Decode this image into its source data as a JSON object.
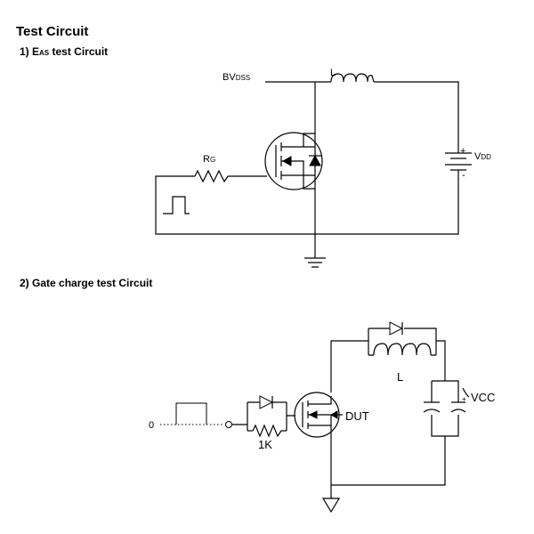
{
  "heading": {
    "title": "Test Circuit",
    "eas_prefix": "1) E",
    "eas_subscript": "AS",
    "eas_suffix": " test Circuit",
    "gate_charge": "2) Gate charge test Circuit"
  },
  "circuit1": {
    "bvdss_main": "BV",
    "bvdss_sub": "DSS",
    "inductor": "L",
    "gate_res_main": "R",
    "gate_res_sub": "G",
    "supply_plus": "+",
    "supply_main": "V",
    "supply_sub": "DD",
    "supply_minus": "-"
  },
  "circuit2": {
    "zero_label": "0",
    "resistor_value": "1K",
    "dut_label": "DUT",
    "inductor": "L",
    "supply": "VCC"
  }
}
